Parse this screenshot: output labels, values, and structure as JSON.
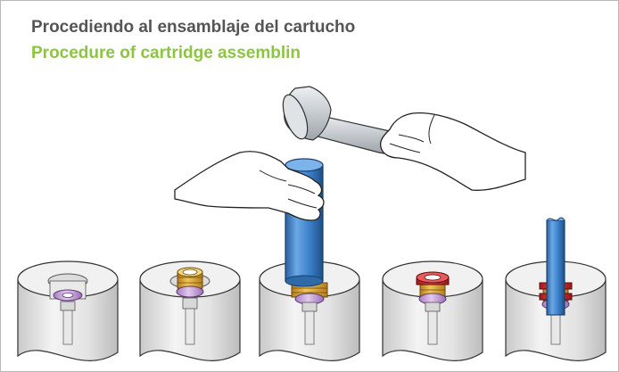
{
  "title_es": "Procediendo al ensamblaje del cartucho",
  "title_en": "Procedure of cartridge assemblin",
  "colors": {
    "title": "#555555",
    "subtitle": "#8cc63f",
    "rod_blue": "#3b7fc9",
    "insert_purple": "#c8a2d8",
    "ring_gold": "#e0a93a",
    "ring_red": "#d62b2b",
    "block_gray": "#e2e2e2",
    "skin": "#ffffff",
    "hammer_steel": "#cfd3d6"
  },
  "icons": [
    "hammer-icon",
    "hand-icon",
    "cartridge-block-icon",
    "drive-rod-icon"
  ],
  "steps": 5
}
